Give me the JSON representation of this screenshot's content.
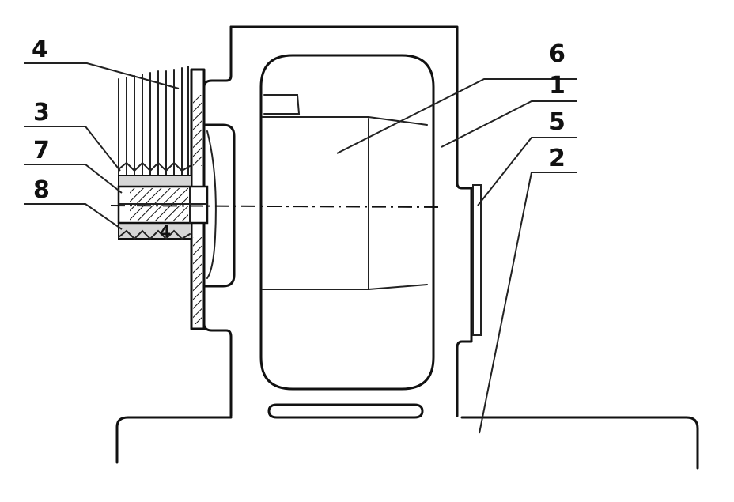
{
  "labels": {
    "l4": "4",
    "l3": "3",
    "l7": "7",
    "l8": "8",
    "l6": "6",
    "l1": "1",
    "l5": "5",
    "l2": "2",
    "l4b": "4"
  }
}
